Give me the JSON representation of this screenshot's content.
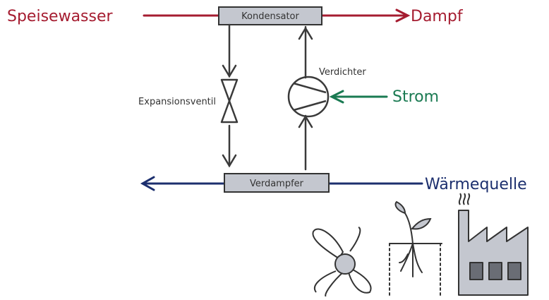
{
  "diagram": {
    "inputs": {
      "feedwater": "Speisewasser",
      "steam": "Dampf",
      "electricity": "Strom",
      "heat_source": "Wärmequelle"
    },
    "components": {
      "condenser": "Kondensator",
      "evaporator": "Verdampfer",
      "compressor": "Verdichter",
      "expansion_valve": "Expansionsventil"
    },
    "heat_source_examples": [
      "fan-icon",
      "plant-icon",
      "factory-icon"
    ]
  },
  "colors": {
    "water_steam": "#a51c30",
    "electricity": "#1a7a52",
    "heat_source": "#1c2f6e",
    "component_fill": "#c4c7cf",
    "line": "#3a3a3a"
  }
}
